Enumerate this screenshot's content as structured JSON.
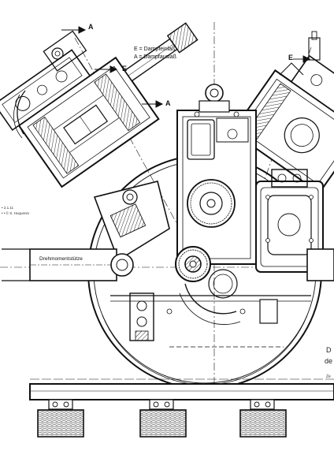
{
  "legend": {
    "inlet": "E = Dampfeinlaß",
    "outlet": "A = Dampfauslaß"
  },
  "callouts": {
    "a_top": "A",
    "e_left": "E",
    "a_mid": "A",
    "e_right": "E"
  },
  "labels": {
    "torque_arm": "Drehmomentstütze",
    "credit": "• • © S. Huquenin",
    "credit_date": "• 2.1.11",
    "margin_d": "D",
    "margin_de": "de",
    "margin_ze": "Ze"
  }
}
